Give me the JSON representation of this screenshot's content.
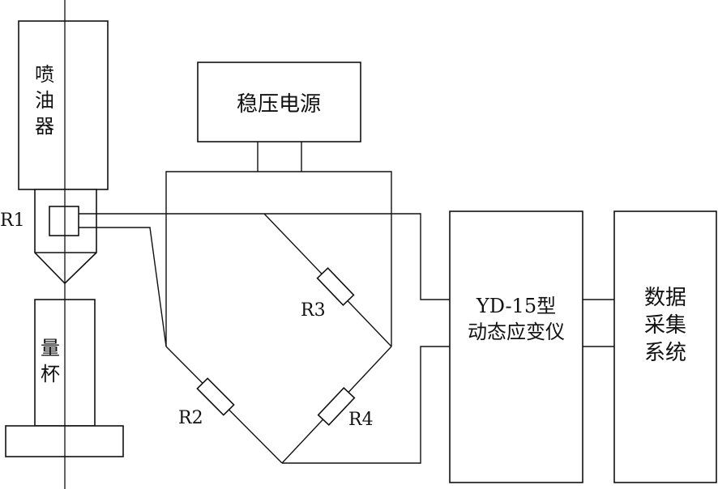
{
  "injector": {
    "label_lines": [
      "喷",
      "油",
      "器"
    ]
  },
  "cup": {
    "label_lines": [
      "量",
      "杯"
    ]
  },
  "power_supply": {
    "label": "稳压电源"
  },
  "strain_amp": {
    "label_lines": [
      "YD-15型",
      "动态应变仪"
    ]
  },
  "daq": {
    "label_lines": [
      "数据",
      "采集",
      "系统"
    ]
  },
  "resistors": {
    "r1": "R1",
    "r2": "R2",
    "r3": "R3",
    "r4": "R4"
  }
}
